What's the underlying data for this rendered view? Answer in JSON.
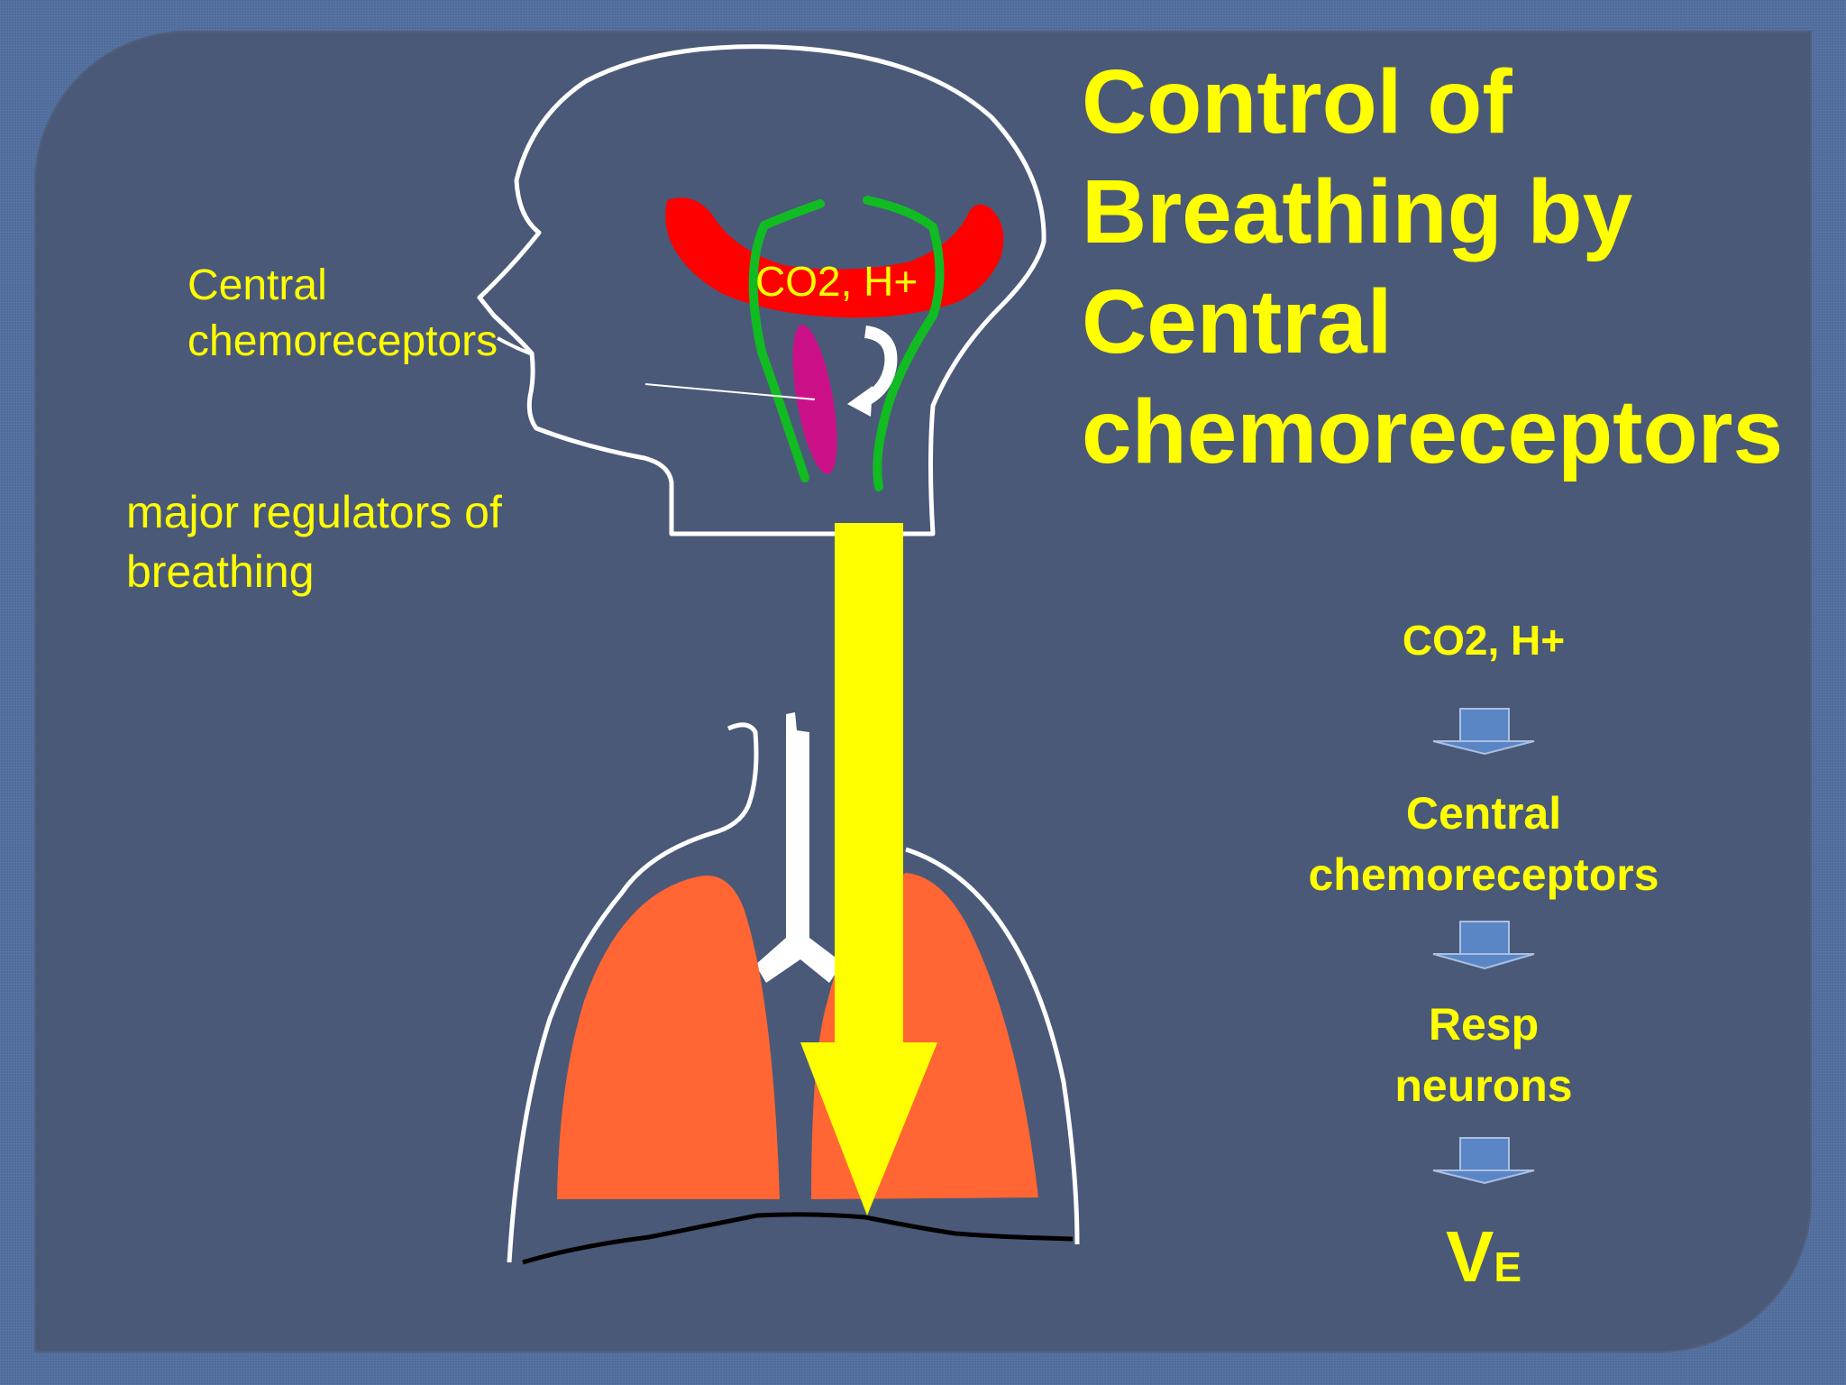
{
  "slide": {
    "title_lines": [
      "Control of",
      "Breathing by",
      "Central",
      "chemoreceptors"
    ],
    "labels": {
      "central_chemoreceptors": [
        "Central",
        "chemoreceptors"
      ],
      "major_regulators": [
        "major regulators of",
        "breathing"
      ],
      "brain_stimulus": "CO2, H+"
    },
    "flow": {
      "step1": "CO2, H+",
      "step2": [
        "Central",
        "chemoreceptors"
      ],
      "step3": [
        "Resp",
        "neurons"
      ],
      "step4_main": "V",
      "step4_sub": "E"
    }
  },
  "colors": {
    "background": "#4f6c9c",
    "panel": "#4a5978",
    "text_yellow": "#ffff00",
    "brainstem_red": "#ff0000",
    "nerve_green": "#11bb22",
    "receptor_magenta": "#cc1188",
    "lung_orange": "#ff6633",
    "arrow_yellow": "#ffff00",
    "flow_arrow_blue": "#5b86c6"
  },
  "icons": [
    "curved-arrow-icon",
    "down-arrow-icon"
  ]
}
